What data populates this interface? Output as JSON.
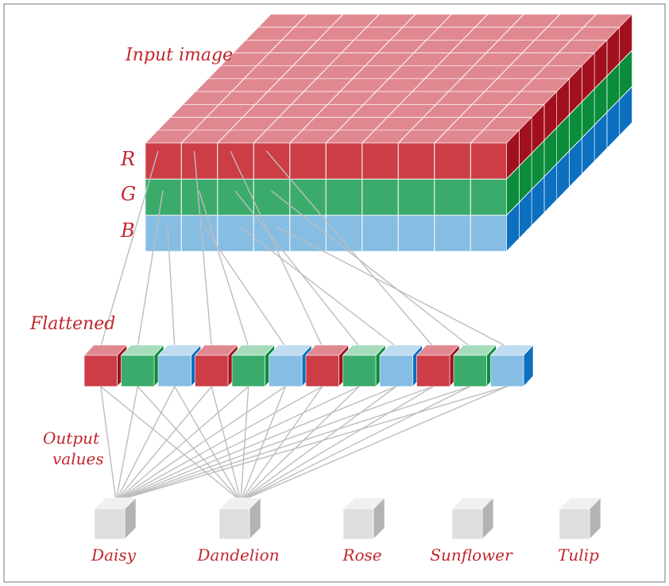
{
  "labels": {
    "input_image": "Input image",
    "r": "R",
    "g": "G",
    "b": "B",
    "flattened": "Flattened",
    "output_line1": "Output",
    "output_line2": "values"
  },
  "outputs": [
    "Daisy",
    "Dandelion",
    "Rose",
    "Sunflower",
    "Tulip"
  ],
  "flattened_channels": [
    "R",
    "G",
    "B",
    "R",
    "G",
    "B",
    "R",
    "G",
    "B",
    "R",
    "G",
    "B"
  ],
  "colors": {
    "red_front": "#cc3d46",
    "red_top": "#e08890",
    "red_side": "#a3101d",
    "green_front": "#3bab6c",
    "green_top": "#a6dcbc",
    "green_side": "#0a8c3b",
    "blue_front": "#86bde3",
    "blue_top": "#bfdcf0",
    "blue_side": "#0d6fc0",
    "gray_front": "#dedede",
    "gray_top": "#f0f0f0",
    "gray_side": "#b3b3b3",
    "line": "#bdbdbd",
    "label": "#c0272d"
  }
}
